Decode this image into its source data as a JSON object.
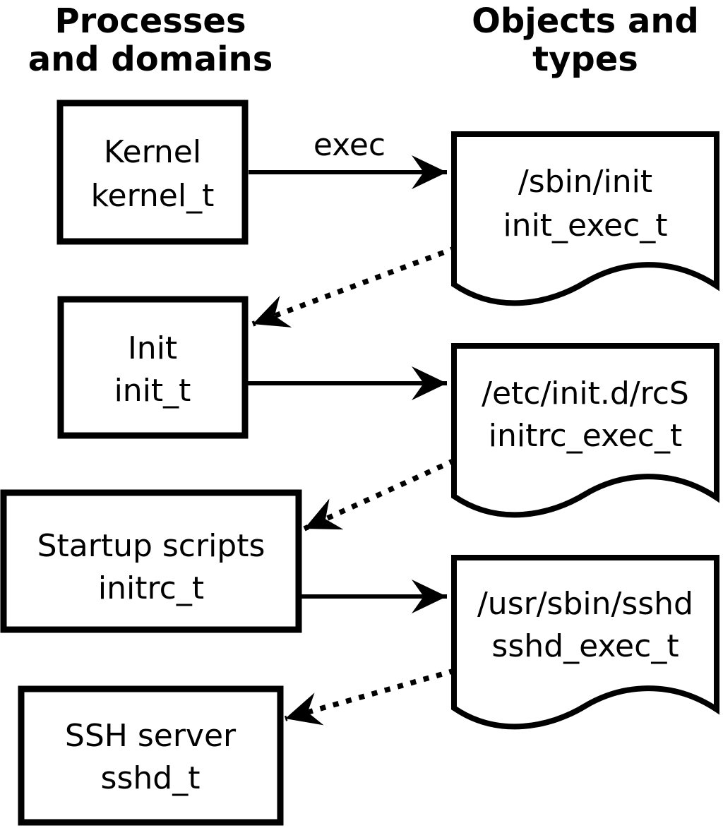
{
  "title": "SELinux domain transitions diagram",
  "colors": {
    "background": "#ffffff",
    "stroke": "#000000",
    "text": "#000000"
  },
  "columns": {
    "left_header": {
      "line1": "Processes",
      "line2": "and domains"
    },
    "right_header": {
      "line1": "Objects and",
      "line2": "types"
    }
  },
  "process_boxes": [
    {
      "name": "Kernel",
      "domain": "kernel_t"
    },
    {
      "name": "Init",
      "domain": "init_t"
    },
    {
      "name": "Startup scripts",
      "domain": "initrc_t"
    },
    {
      "name": "SSH server",
      "domain": "sshd_t"
    }
  ],
  "object_documents": [
    {
      "path": "/sbin/init",
      "type": "init_exec_t"
    },
    {
      "path": "/etc/init.d/rcS",
      "type": "initrc_exec_t"
    },
    {
      "path": "/usr/sbin/sshd",
      "type": "sshd_exec_t"
    }
  ],
  "edges": {
    "exec_label": "exec",
    "solid_arrows": [
      {
        "from": "Kernel kernel_t",
        "to": "/sbin/init init_exec_t",
        "label": "exec"
      },
      {
        "from": "Init init_t",
        "to": "/etc/init.d/rcS initrc_exec_t",
        "label": ""
      },
      {
        "from": "Startup scripts initrc_t",
        "to": "/usr/sbin/sshd sshd_exec_t",
        "label": ""
      }
    ],
    "dotted_arrows": [
      {
        "from": "/sbin/init init_exec_t",
        "to": "Init init_t"
      },
      {
        "from": "/etc/init.d/rcS initrc_exec_t",
        "to": "Startup scripts initrc_t"
      },
      {
        "from": "/usr/sbin/sshd sshd_exec_t",
        "to": "SSH server sshd_t"
      }
    ]
  }
}
